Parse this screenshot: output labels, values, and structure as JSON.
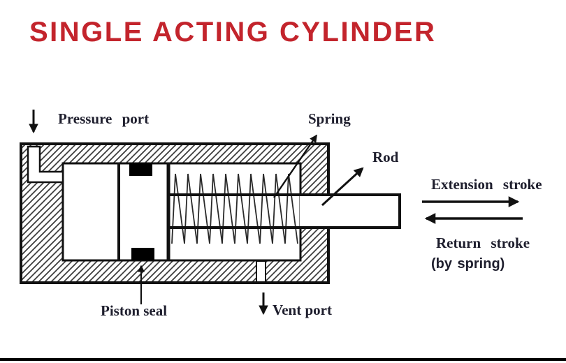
{
  "title": {
    "text": "SINGLE ACTING CYLINDER",
    "color": "#c3242c"
  },
  "diagram": {
    "labels": {
      "pressure_port": "Pressure port",
      "spring": "Spring",
      "rod": "Rod",
      "extension_stroke": "Extension stroke",
      "return_stroke": "Return stroke",
      "return_stroke_note": "(by spring)",
      "piston_seal": "Piston seal",
      "vent_port": "Vent port"
    },
    "colors": {
      "line": "#111111",
      "hatch": "#3a3a3a",
      "label_text": "#1e1e2d",
      "seal_fill": "#000000",
      "title_red": "#c3242c"
    }
  }
}
